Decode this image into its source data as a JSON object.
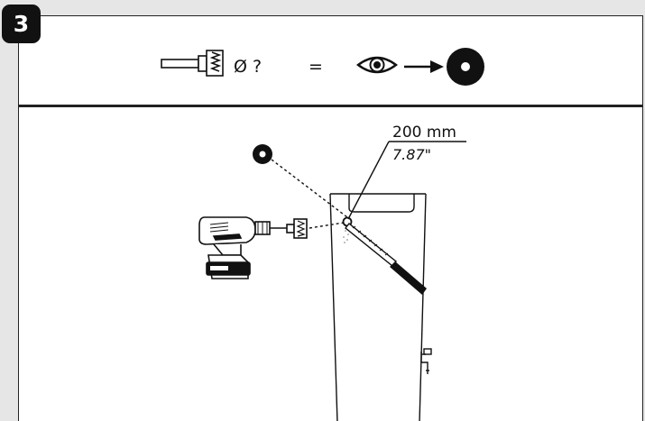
{
  "step": {
    "number": "3"
  },
  "header": {
    "question_text": "Ø ?",
    "equals": "="
  },
  "measurement": {
    "metric": "200 mm",
    "imperial": "7.87\""
  },
  "icons": {
    "step_badge": "step-number-badge",
    "drill_bit": "drill-bit-icon",
    "eye": "eye-icon",
    "arrow": "arrow-right-icon",
    "hole_dot": "hole-marker-icon",
    "drill": "cordless-drill-icon",
    "tap": "water-tap-icon"
  },
  "colors": {
    "ink": "#111111",
    "panel": "#ffffff",
    "background": "#e6e6e6"
  }
}
